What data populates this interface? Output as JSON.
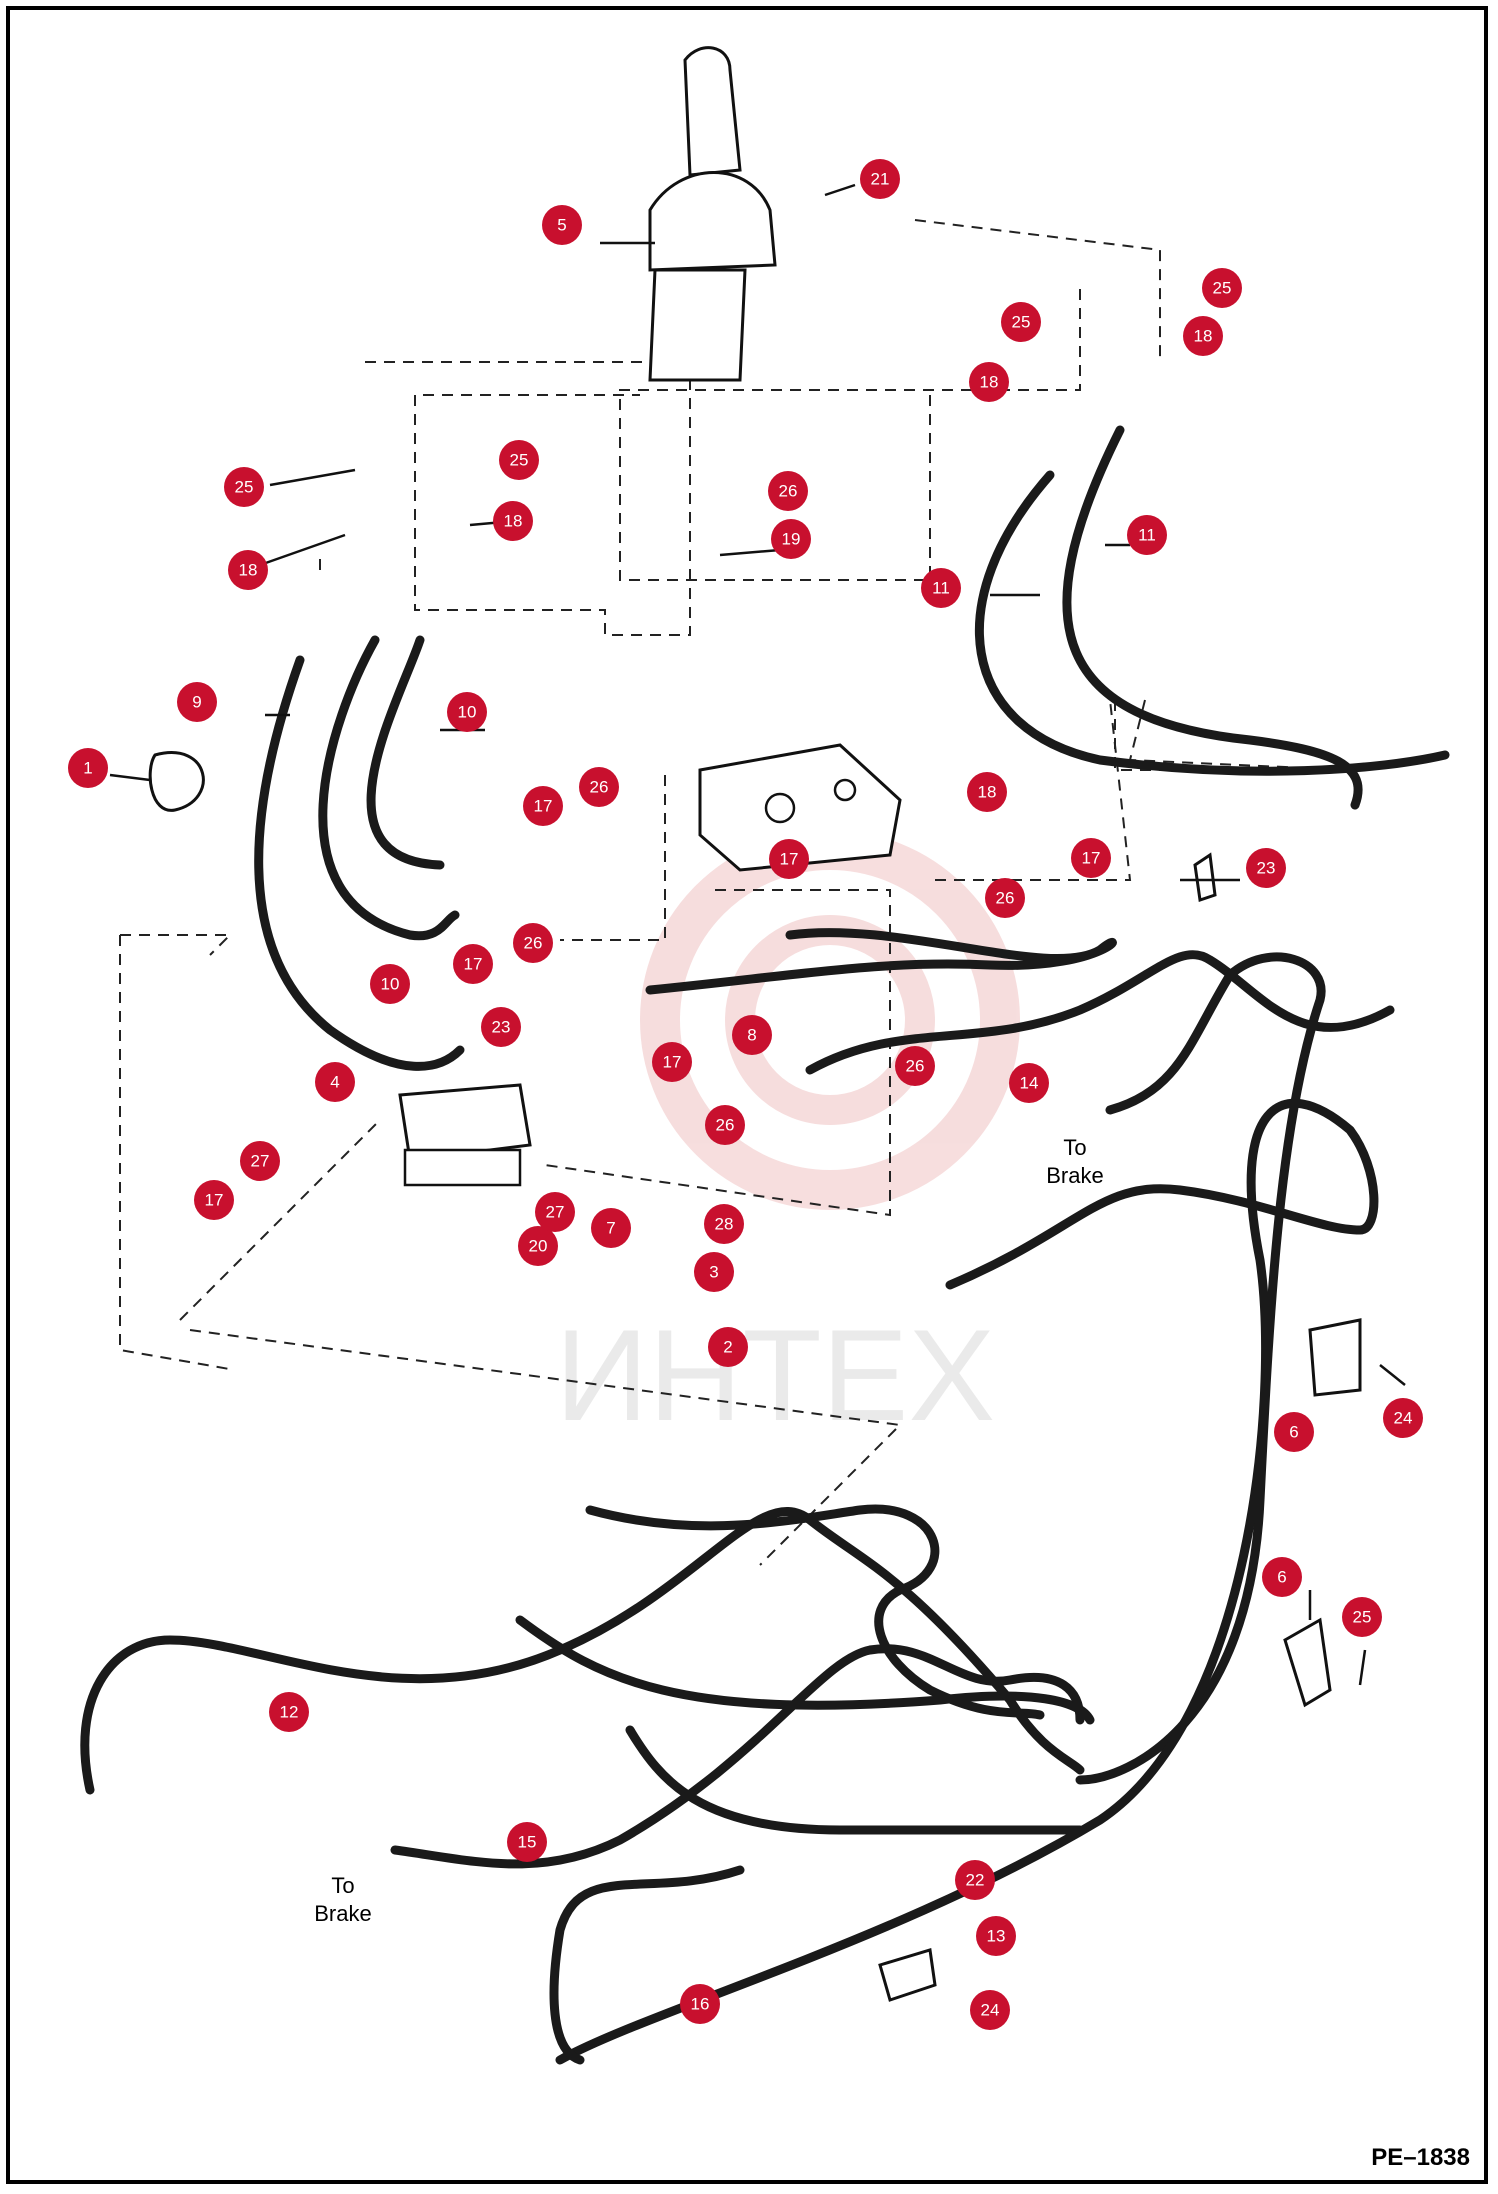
{
  "drawing_id": "PE–1838",
  "watermark": "ИНТЕХ",
  "notes": {
    "to_brake_right": [
      "To",
      "Brake"
    ],
    "to_brake_left": [
      "To",
      "Brake"
    ]
  },
  "colors": {
    "callout": "#c8102e",
    "line": "#111111",
    "watermark": "#d9d9d9"
  },
  "callouts": [
    "1",
    "2",
    "3",
    "4",
    "5",
    "6",
    "6",
    "7",
    "8",
    "9",
    "10",
    "10",
    "11",
    "11",
    "12",
    "13",
    "14",
    "15",
    "16",
    "17",
    "17",
    "17",
    "17",
    "17",
    "17",
    "18",
    "18",
    "18",
    "18",
    "18",
    "19",
    "20",
    "21",
    "22",
    "23",
    "23",
    "24",
    "24",
    "25",
    "25",
    "25",
    "25",
    "25",
    "26",
    "26",
    "26",
    "26",
    "26",
    "26",
    "27",
    "27",
    "28"
  ]
}
